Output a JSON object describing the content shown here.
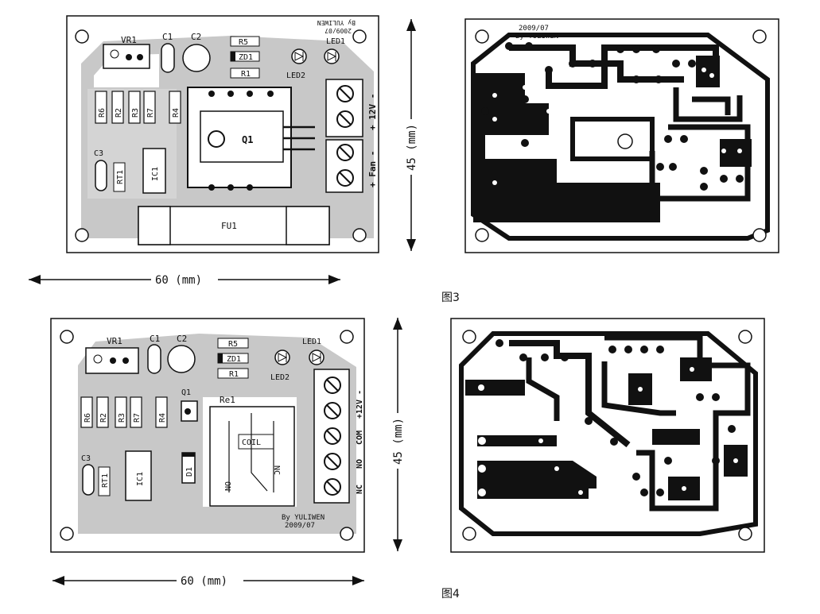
{
  "figure3": {
    "caption": "图3",
    "width_dim": "60 (mm)",
    "height_dim": "45 (mm)",
    "silk": {
      "vr": "VR1",
      "c1": "C1",
      "c2": "C2",
      "r5": "R5",
      "zd1": "ZD1",
      "r1": "R1",
      "led1": "LED1",
      "led2": "LED2",
      "r6": "R6",
      "r2": "R2",
      "r3": "R3",
      "r7": "R7",
      "r4": "R4",
      "q1": "Q1",
      "c3": "C3",
      "rt1": "RT1",
      "ic1": "IC1",
      "fu1": "FU1",
      "v12": "+ 12V -",
      "fan": "+ Fan -",
      "credit_line1": "2009/07",
      "credit_line2": "By YULIWEN"
    },
    "copper_credit_line1": "2009/07",
    "copper_credit_line2": "By YULIWEN"
  },
  "figure4": {
    "caption": "图4",
    "width_dim": "60 (mm)",
    "height_dim": "45 (mm)",
    "silk": {
      "vr": "VR1",
      "c1": "C1",
      "c2": "C2",
      "r5": "R5",
      "zd1": "ZD1",
      "r1": "R1",
      "led1": "LED1",
      "led2": "LED2",
      "r6": "R6",
      "r2": "R2",
      "r3": "R3",
      "r7": "R7",
      "r4": "R4",
      "q1": "Q1",
      "re1": "Re1",
      "coil": "COIL",
      "on": "ON",
      "nc_sw": "NC",
      "c3": "C3",
      "rt1": "RT1",
      "ic1": "IC1",
      "d1": "D1",
      "v12": "+12V -",
      "com": "COM",
      "no": "NO",
      "nc": "NC",
      "credit_line1": "By YULIWEN",
      "credit_line2": "2009/07"
    }
  }
}
